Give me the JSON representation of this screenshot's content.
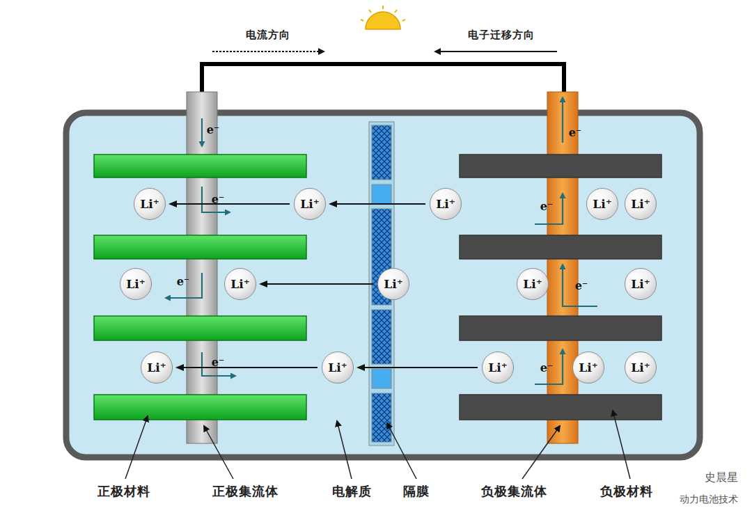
{
  "diagram": {
    "nodes": [
      {
        "text": [
          "Li⁺"
        ]
      },
      {
        "text": [
          "Li⁺"
        ]
      },
      {
        "text": [
          "Li⁺"
        ]
      },
      {
        "text": [
          "Li⁺"
        ]
      },
      {
        "text": [
          "Li⁺"
        ]
      },
      {
        "text": [
          "Li⁺"
        ]
      },
      {
        "text": [
          "Li⁺"
        ]
      },
      {
        "text": [
          "Li⁺"
        ]
      },
      {
        "text": [
          "Li⁺"
        ]
      },
      {
        "text": [
          "Li⁺"
        ]
      },
      {
        "text": [
          "Li⁺"
        ]
      },
      {
        "text": [
          "Li⁺"
        ]
      },
      {
        "text": [
          "Li⁺"
        ]
      },
      {
        "text": [
          "Li⁺"
        ]
      },
      {
        "text": [
          "Li⁺"
        ]
      }
    ],
    "edges": [
      {
        "from": 2,
        "to": 1,
        "arrow": "to"
      },
      {
        "from": 1,
        "to": 0,
        "arrow": "to"
      },
      {
        "from": 7,
        "to": 6,
        "arrow": "to"
      },
      {
        "from": 12,
        "to": 11,
        "arrow": "to"
      },
      {
        "from": 11,
        "to": 10,
        "arrow": "to"
      }
    ],
    "labels": [
      "电流方向",
      "电子迁移方向",
      "e⁻",
      "e⁻",
      "e⁻",
      "e⁻",
      "e⁻",
      "e⁻",
      "e⁻",
      "e⁻",
      "正极材料",
      "正极集流体",
      "电解质",
      "隔膜",
      "负极集流体",
      "负极材料",
      "史晨星",
      "动力电池技术"
    ]
  }
}
